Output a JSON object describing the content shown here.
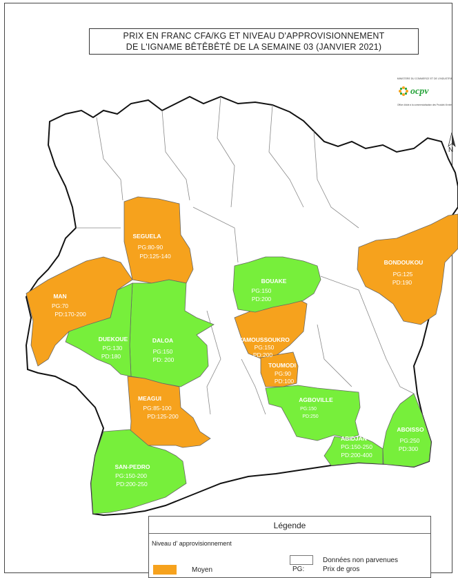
{
  "map": {
    "title_line1": "PRIX EN FRANC CFA/KG ET NIVEAU D'APPROVISIONNEMENT",
    "title_line2": "DE L'IGNAME BÊTÊBÊTÊ DE LA SEMAINE 03 (JANVIER 2021)",
    "logo": {
      "brand": "ocpv",
      "ministry": "MINISTERE DU COMMERCE ET DE L'INDUSTRIE",
      "tagline": "Office d'aide à la commercialisation des Produits Vivriers"
    },
    "north_label": "N",
    "colors": {
      "moyen": "#f6a21d",
      "satisfaisant": "#77ef3b",
      "non_parvenues": "#ffffff",
      "border": "#777777",
      "outline": "#111111"
    },
    "regions": [
      {
        "name": "SEGUELA",
        "pg": "PG:80-90",
        "pd": "PD:125-140",
        "level": "moyen"
      },
      {
        "name": "MAN",
        "pg": "PG:70",
        "pd": "PD:170-200",
        "level": "moyen"
      },
      {
        "name": "DUEKOUE",
        "pg": "PG:130",
        "pd": "PD:180",
        "level": "satisfaisant"
      },
      {
        "name": "DALOA",
        "pg": "PG:150",
        "pd": "PD: 200",
        "level": "satisfaisant"
      },
      {
        "name": "BOUAKE",
        "pg": "PG:150",
        "pd": "PD:200",
        "level": "satisfaisant"
      },
      {
        "name": "YAMOUSSOUKRO",
        "pg": "PG:150",
        "pd": "PD:200",
        "level": "moyen"
      },
      {
        "name": "TOUMODI",
        "pg": "PG:90",
        "pd": "PD:100",
        "level": "moyen"
      },
      {
        "name": "BONDOUKOU",
        "pg": "PG:125",
        "pd": "PD:190",
        "level": "moyen"
      },
      {
        "name": "MEAGUI",
        "pg": "PG:85-100",
        "pd": "PD:125-200",
        "level": "moyen"
      },
      {
        "name": "AGBOVILLE",
        "pg": "PG:150",
        "pd": "PD:250",
        "level": "satisfaisant"
      },
      {
        "name": "ABIDJAN",
        "pg": "PG:150-250",
        "pd": "PD:200-400",
        "level": "satisfaisant"
      },
      {
        "name": "ABOISSO",
        "pg": "PG:250",
        "pd": "PD:300",
        "level": "satisfaisant"
      },
      {
        "name": "SAN-PEDRO",
        "pg": "PG:150-200",
        "pd": "PD:200-250",
        "level": "satisfaisant"
      }
    ]
  },
  "legend": {
    "title": "Légende",
    "subtitle": "Niveau d' approvisionnement",
    "moyen_label": "Moyen",
    "non_parvenues_label": "Données non parvenues",
    "pg_abbr": "PG:",
    "pg_meaning": "Prix de gros"
  }
}
